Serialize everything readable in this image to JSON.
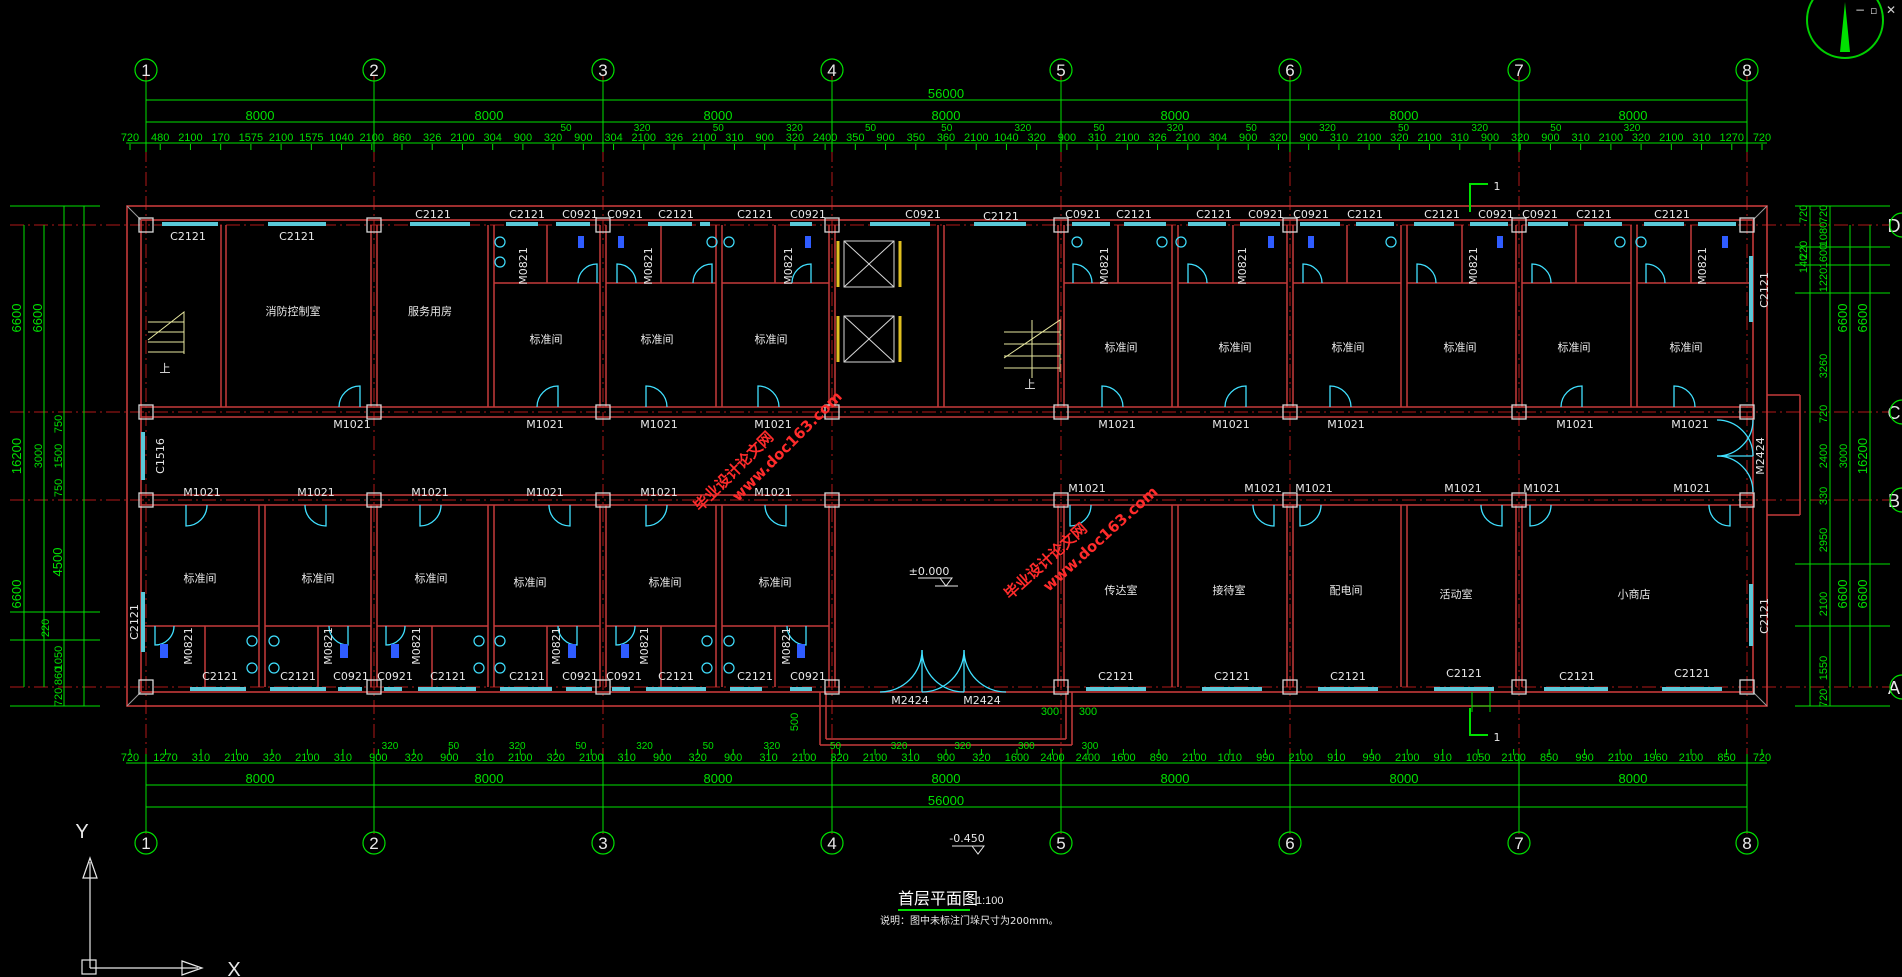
{
  "axes": [
    "1",
    "2",
    "3",
    "4",
    "5",
    "6",
    "7",
    "8"
  ],
  "rows": [
    {
      "name": "D"
    },
    {
      "name": "C"
    },
    {
      "name": "B"
    },
    {
      "name": "A"
    }
  ],
  "overall_top": "56000",
  "overall_bottom": "56000",
  "bay_dims": [
    "8000",
    "8000",
    "8000",
    "8000",
    "8000",
    "8000",
    "8000"
  ],
  "top_detail": [
    "720",
    "480",
    "2100",
    "170",
    "1575",
    "2100",
    "1575",
    "1040",
    "2100",
    "860",
    "326",
    "2100",
    "304",
    "900",
    "320",
    "900",
    "304",
    "2100",
    "326",
    "2100",
    "310",
    "900",
    "320",
    "2400",
    "350",
    "900",
    "350",
    "360",
    "2100",
    "1040",
    "320",
    "900",
    "310",
    "2100",
    "326",
    "2100",
    "304",
    "900",
    "320",
    "900",
    "310",
    "2100",
    "320",
    "2100",
    "310",
    "900",
    "320",
    "900",
    "310",
    "2100",
    "320",
    "2100",
    "310",
    "1270",
    "720"
  ],
  "bottom_detail": [
    "720",
    "1270",
    "310",
    "2100",
    "320",
    "2100",
    "310",
    "900",
    "320",
    "900",
    "310",
    "2100",
    "320",
    "2100",
    "310",
    "900",
    "320",
    "900",
    "310",
    "2100",
    "320",
    "2100",
    "310",
    "900",
    "320",
    "1600",
    "2400",
    "2400",
    "1600",
    "890",
    "2100",
    "1010",
    "990",
    "2100",
    "910",
    "990",
    "2100",
    "910",
    "1050",
    "2100",
    "850",
    "990",
    "2100",
    "1960",
    "2100",
    "850",
    "720"
  ],
  "top_small": [
    "50",
    "320",
    "50",
    "320",
    "50",
    "50",
    "320",
    "50",
    "320",
    "50",
    "320",
    "50",
    "320",
    "50",
    "320"
  ],
  "bottom_small": [
    "320",
    "50",
    "320",
    "50",
    "320",
    "50",
    "320",
    "50",
    "320",
    "320",
    "300",
    "300"
  ],
  "left_dims_outer": [
    "6600",
    "16200",
    "6600"
  ],
  "left_dims_inner": [
    "6600",
    "750",
    "3000",
    "1500",
    "750",
    "4500",
    "220",
    "1050",
    "860",
    "720"
  ],
  "right_dims_outer": [
    "6600",
    "16200",
    "6600"
  ],
  "right_dims_inner": [
    "720",
    "1080",
    "720",
    "220",
    "140",
    "1220",
    "1600",
    "3260",
    "720",
    "2400",
    "330",
    "2950",
    "2100",
    "1550",
    "720"
  ],
  "rooms": {
    "fire_control": "消防控制室",
    "service_kitchen": "服务用房",
    "standard_room": "标准间",
    "transmission": "传达室",
    "reception": "接待室",
    "power_room": "配电间",
    "activity_room": "活动室",
    "shop": "小商店"
  },
  "labels": {
    "c2121": "C2121",
    "c0921": "C0921",
    "c1516": "C1516",
    "m1021": "M1021",
    "m0821": "M0821",
    "m2424": "M2424",
    "elevation_floor": "±0.000",
    "elevation_ground": "-0.450",
    "section_mark": "1",
    "stair_up": "上",
    "dim_500": "500",
    "dim_300a": "300",
    "dim_300b": "300"
  },
  "title": "首层平面图",
  "scale": "1:100",
  "note": "说明：图中未标注门垛尺寸为200mm。",
  "watermark_1": "毕业设计论文网",
  "watermark_2": "www.doc163.com",
  "ucs_x": "X",
  "ucs_y": "Y",
  "colors": {
    "grid_line": "#b01818",
    "wall": "#c53a3a",
    "column": "#d8d8d8",
    "dimension": "#00e000",
    "door": "#40e0ff",
    "window": "#5ac8d8",
    "fixture": "#2f5cff",
    "text": "#e8e8e8",
    "watermark": "#ff2b2b"
  }
}
